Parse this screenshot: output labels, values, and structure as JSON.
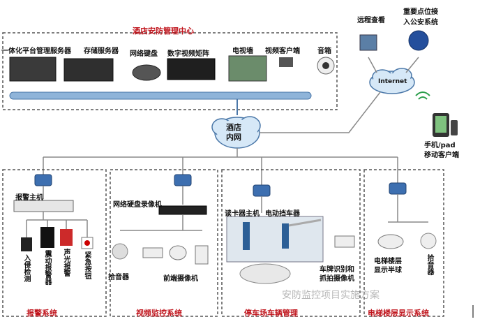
{
  "center": {
    "title": "酒店安防管理中心",
    "devices": [
      "一体化平台管理服务器",
      "存储服务器",
      "网络键盘",
      "数字视频矩阵",
      "电视墙",
      "视频客户端",
      "音箱"
    ]
  },
  "network": {
    "hotel_lan": "酒店\n内网",
    "internet": "Internet"
  },
  "remote": {
    "remote_view": "远程查看",
    "police_link": "重要点位接\n入公安系统",
    "mobile": "手机/pad\n移动客户端"
  },
  "subsystems": {
    "alarm": {
      "name": "报警系统",
      "host": "报警主机",
      "items": [
        "入侵检测",
        "震动报警器",
        "声光报警",
        "紧急按钮"
      ]
    },
    "video": {
      "name": "视频监控系统",
      "nvr": "网络硬盘录像机",
      "pickup": "拾音器",
      "cameras": "前端摄像机"
    },
    "parking": {
      "name": "停车场车辆管理",
      "card_reader": "读卡器主机",
      "barrier": "电动挡车器",
      "plate": "车牌识别和\n抓拍摄像机"
    },
    "elevator": {
      "name": "电梯楼层显示系统",
      "dome": "电梯楼层\n显示半球",
      "pickup": "拾音器"
    }
  },
  "watermark": "安防监控项目实施方案",
  "colors": {
    "accent": "#c0141c",
    "bus": "#8fb4d9",
    "cloud": "#d6e8f7"
  }
}
